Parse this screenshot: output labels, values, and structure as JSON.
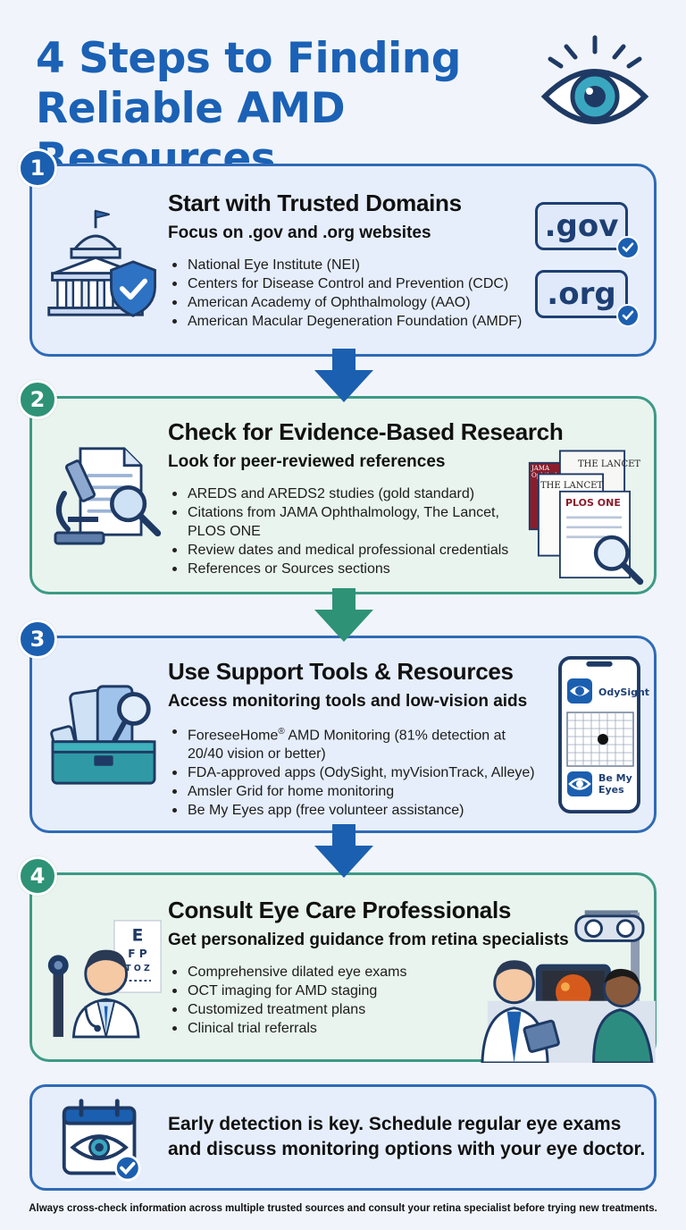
{
  "title": {
    "line1": "4 Steps to Finding",
    "line2": "Reliable AMD Resources"
  },
  "colors": {
    "primary_blue": "#1b61b5",
    "teal": "#2e9276",
    "card_blue_bg": "#e6eefb",
    "card_green_bg": "#e9f4ee"
  },
  "steps": [
    {
      "number": "1",
      "title": "Start with Trusted Domains",
      "subtitle": "Focus on .gov and .org websites",
      "items": [
        "National Eye Institute (NEI)",
        "Centers for Disease Control and Prevention (CDC)",
        "American Academy of Ophthalmology (AAO)",
        "American Macular Degeneration Foundation (AMDF)"
      ],
      "chips": [
        ".gov",
        ".org"
      ],
      "icons": [
        "capitol-building-icon",
        "shield-check-icon"
      ]
    },
    {
      "number": "2",
      "title": "Check for Evidence-Based Research",
      "subtitle": "Look for peer-reviewed references",
      "items": [
        "AREDS and AREDS2 studies (gold standard)",
        "Citations from JAMA Ophthalmology, The Lancet, PLOS ONE",
        "Review dates and medical professional credentials",
        "References or Sources sections"
      ],
      "journals": [
        "JAMA Ophthalmology",
        "THE LANCET",
        "THE LANCET",
        "PLOS ONE"
      ],
      "icons": [
        "microscope-icon",
        "magnifier-icon",
        "document-icon"
      ]
    },
    {
      "number": "3",
      "title": "Use Support Tools & Resources",
      "subtitle": "Access monitoring tools and low-vision aids",
      "items": [
        "ForeseeHome",
        "FDA-approved apps (OdySight, myVisionTrack, Alleye)",
        "Amsler Grid for home monitoring",
        "Be My Eyes app (free volunteer assistance)"
      ],
      "item1_reg": "®",
      "item1_rest": " AMD Monitoring (81% detection at 20/40 vision or better)",
      "apps": [
        "OdySight",
        "Be My Eyes"
      ],
      "icons": [
        "toolbox-icon",
        "smartphone-icon",
        "amsler-grid-icon"
      ]
    },
    {
      "number": "4",
      "title": "Consult Eye Care Professionals",
      "subtitle": "Get personalized guidance from retina specialists",
      "items": [
        "Comprehensive dilated eye exams",
        "OCT imaging for AMD staging",
        "Customized treatment plans",
        "Clinical trial referrals"
      ],
      "icons": [
        "doctor-icon",
        "eye-chart-icon",
        "exam-scene-icon"
      ]
    }
  ],
  "callout": {
    "text": "Early detection is key. Schedule regular eye exams and discuss monitoring options with your eye doctor."
  },
  "footnote": "Always cross-check information across multiple trusted sources and consult your retina specialist before trying new treatments."
}
